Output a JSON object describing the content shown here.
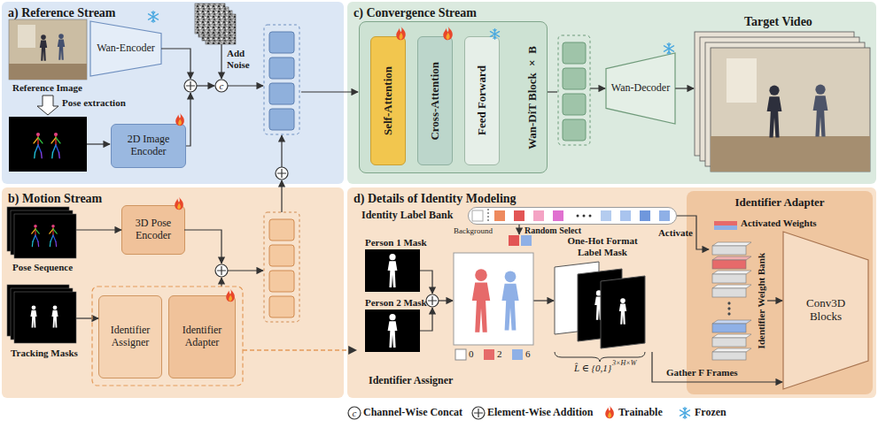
{
  "diagram": {
    "nodes": [
      {
        "text": [
          "a) Reference Stream"
        ]
      },
      {
        "text": [
          "Wan-Encoder"
        ],
        "in": 0
      },
      {
        "text": [
          "2D Image Encoder"
        ],
        "in": 0
      },
      {
        "text": [
          "c) Convergence Stream"
        ]
      },
      {
        "text": [
          "Wan-DiT Block × B"
        ],
        "in": 3
      },
      {
        "text": [
          "Self-Attention"
        ],
        "in": 4
      },
      {
        "text": [
          "Cross-Attention"
        ],
        "in": 4
      },
      {
        "text": [
          "Feed Forward"
        ],
        "in": 4
      },
      {
        "text": [
          "Wan-Decoder"
        ],
        "in": 3
      },
      {
        "text": [
          "b) Motion Stream"
        ]
      },
      {
        "text": [
          "3D Pose Encoder"
        ],
        "in": 9
      },
      {
        "text": [
          "Identifier Assigner"
        ],
        "in": 9
      },
      {
        "text": [
          "Identifier Adapter"
        ],
        "in": 9
      },
      {
        "text": [
          "d) Details of Identity Modeling"
        ]
      },
      {
        "text": [
          "Identity Label Bank"
        ],
        "in": 13
      },
      {
        "text": [
          "Identifier Adapter"
        ],
        "in": 13
      },
      {
        "text": [
          "Identifier Weight Bank"
        ],
        "in": 15
      },
      {
        "text": [
          "Conv3D Blocks"
        ],
        "in": 15
      }
    ],
    "edges": [
      {
        "from": 14,
        "to": 16,
        "label": "Activate",
        "arrow": "to"
      }
    ],
    "labels": [
      "Reference Image",
      "Pose extraction",
      "Add Noise",
      "c",
      "Target Video",
      "Pose Sequence",
      "Tracking Masks",
      "Background",
      "Random Select",
      "Person 1 Mask",
      "Person 2 Mask",
      "Activated Weights",
      "One-Hot Format Label Mask",
      "0",
      "2",
      "6",
      "L̂ ∈ {0,1}",
      "3×H×W",
      "Gather F Frames",
      "Identifier Assigner",
      "c"
    ],
    "legend": [
      {
        "text": "Channel-Wise Concat"
      },
      {
        "text": "Element-Wise Addition"
      },
      {
        "text": "Trainable"
      },
      {
        "text": "Frozen"
      }
    ]
  }
}
